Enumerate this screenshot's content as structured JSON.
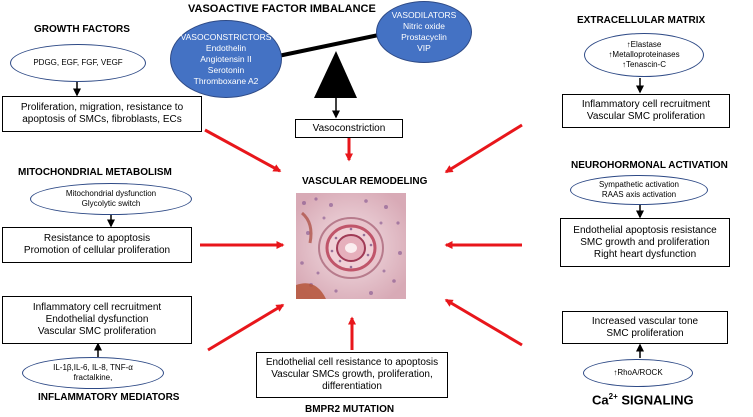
{
  "title": "VASOACTIVE FACTOR IMBALANCE",
  "center_title": "VASCULAR REMODELING",
  "vasoconstrictors": [
    "VASOCONSTRICTORS",
    "Endothelin",
    "Angiotensin II",
    "Serotonin",
    "Thromboxane A2"
  ],
  "vasodilators": [
    "VASODILATORS",
    "Nitric oxide",
    "Prostacyclin",
    "VIP"
  ],
  "vasoconstriction": "Vasoconstriction",
  "growth_factors": {
    "header": "GROWTH FACTORS",
    "oval": "PDGG, EGF, FGF, VEGF",
    "box": [
      "Proliferation, migration, resistance to",
      "apoptosis of SMCs, fibroblasts, ECs"
    ]
  },
  "mitochondrial": {
    "header": "MITOCHONDRIAL METABOLISM",
    "oval": [
      "Mitochondrial dysfunction",
      "Glycolytic switch"
    ],
    "box": [
      "Resistance to apoptosis",
      "Promotion of cellular proliferation"
    ]
  },
  "inflammatory": {
    "header": "INFLAMMATORY MEDIATORS",
    "oval": [
      "IL-1β,IL-6, IL-8, TNF-α",
      "fractalkine,"
    ],
    "box": [
      "Inflammatory cell recruitment",
      "Endothelial dysfunction",
      "Vascular SMC proliferation"
    ]
  },
  "bmpr2": {
    "header": "BMPR2 MUTATION",
    "box": [
      "Endothelial cell resistance to apoptosis",
      "Vascular SMCs growth, proliferation,",
      "differentiation"
    ]
  },
  "extracellular": {
    "header": "EXTRACELLULAR MATRIX",
    "oval": [
      "↑Elastase",
      "↑Metalloproteinases",
      "↑Tenascin-C"
    ],
    "box": [
      "Inflammatory cell recruitment",
      "Vascular SMC proliferation"
    ]
  },
  "neurohormonal": {
    "header": "NEUROHORMONAL ACTIVATION",
    "oval": [
      "Sympathetic activation",
      "RAAS axis activation"
    ],
    "box": [
      "Endothelial apoptosis resistance",
      "SMC growth and proliferation",
      "Right heart dysfunction"
    ]
  },
  "calcium": {
    "header_main": "Ca",
    "header_sup": "2+",
    "header_rest": " SIGNALING",
    "oval": "↑RhoA/ROCK",
    "box": [
      "Increased vascular tone",
      "SMC proliferation"
    ]
  },
  "colors": {
    "arrow": "#e8161b",
    "blue": "#4472c4",
    "oval_border": "#2e4a86"
  }
}
